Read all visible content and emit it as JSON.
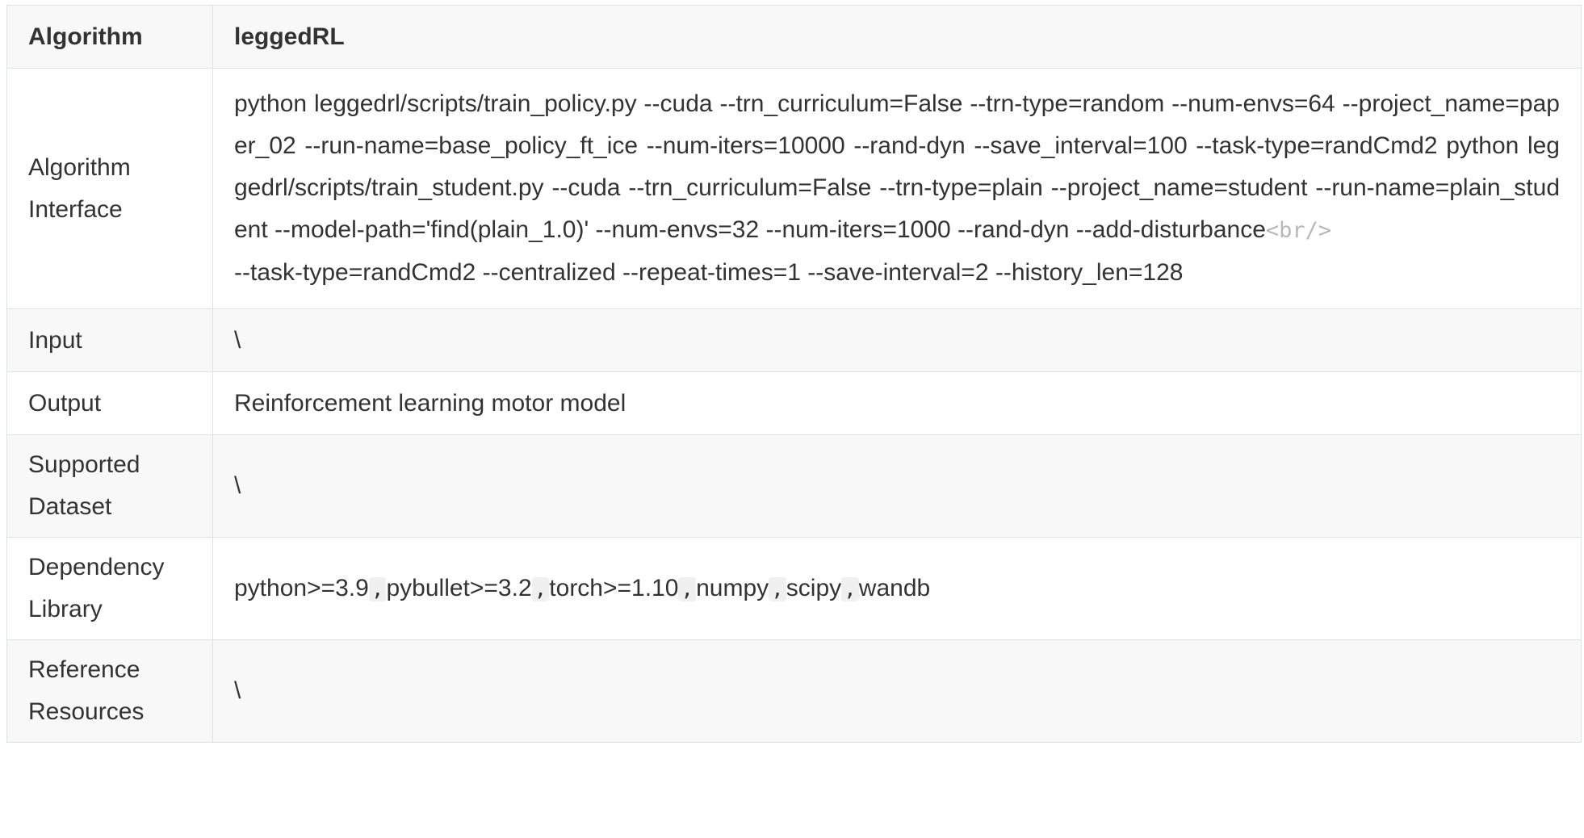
{
  "header": {
    "col1": "Algorithm",
    "col2": "leggedRL"
  },
  "rows": {
    "interface": {
      "label": "Algorithm Interface",
      "cmd1": "python leggedrl/scripts/train_policy.py --cuda --trn_curriculum=False --trn-type=random --num-envs=64 --project_name=paper_02 --run-name=base_policy_ft_ice --num-iters=10000 --rand-dyn --save_interval=100 --task-type=randCmd2 python leggedrl/scripts/train_student.py --cuda --trn_curriculum=False --trn-type=plain --project_name=student --run-name=plain_student --model-path='find(plain_1.0)' --num-envs=32 --num-iters=1000 --rand-dyn --add-disturbance",
      "br_tag": "<br/>",
      "cmd2": "--task-type=randCmd2 --centralized --repeat-times=1 --save-interval=2 --history_len=128"
    },
    "input": {
      "label": "Input",
      "value": "\\"
    },
    "output": {
      "label": "Output",
      "value": "Reinforcement learning motor model"
    },
    "dataset": {
      "label": "Supported Dataset",
      "value": "\\"
    },
    "dependency": {
      "label": "Dependency Library",
      "items": [
        "python>=3.9",
        "pybullet>=3.2",
        "torch>=1.10",
        "numpy",
        "scipy",
        "wandb"
      ],
      "separator": ","
    },
    "reference": {
      "label": "Reference Resources",
      "value": "\\"
    }
  }
}
